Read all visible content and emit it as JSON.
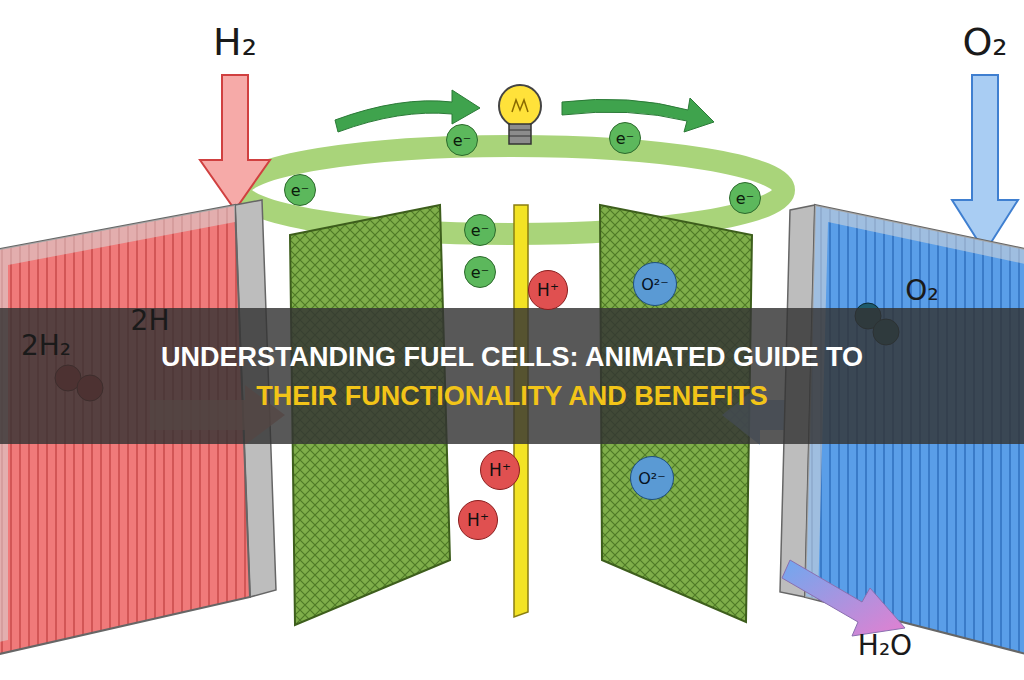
{
  "diagram": {
    "title": "UNDERSTANDING FUEL CELLS: ANIMATED GUIDE TO THEIR FUNCTIONALITY AND BENEFITS",
    "labels": [
      "H₂",
      "O₂",
      "e⁻",
      "e⁻",
      "e⁻",
      "e⁻",
      "e⁻",
      "e⁻",
      "2H",
      "2H₂",
      "H⁺",
      "O²⁻",
      "O₂",
      "H⁺",
      "O²⁻",
      "H⁺",
      "H₂O"
    ]
  }
}
